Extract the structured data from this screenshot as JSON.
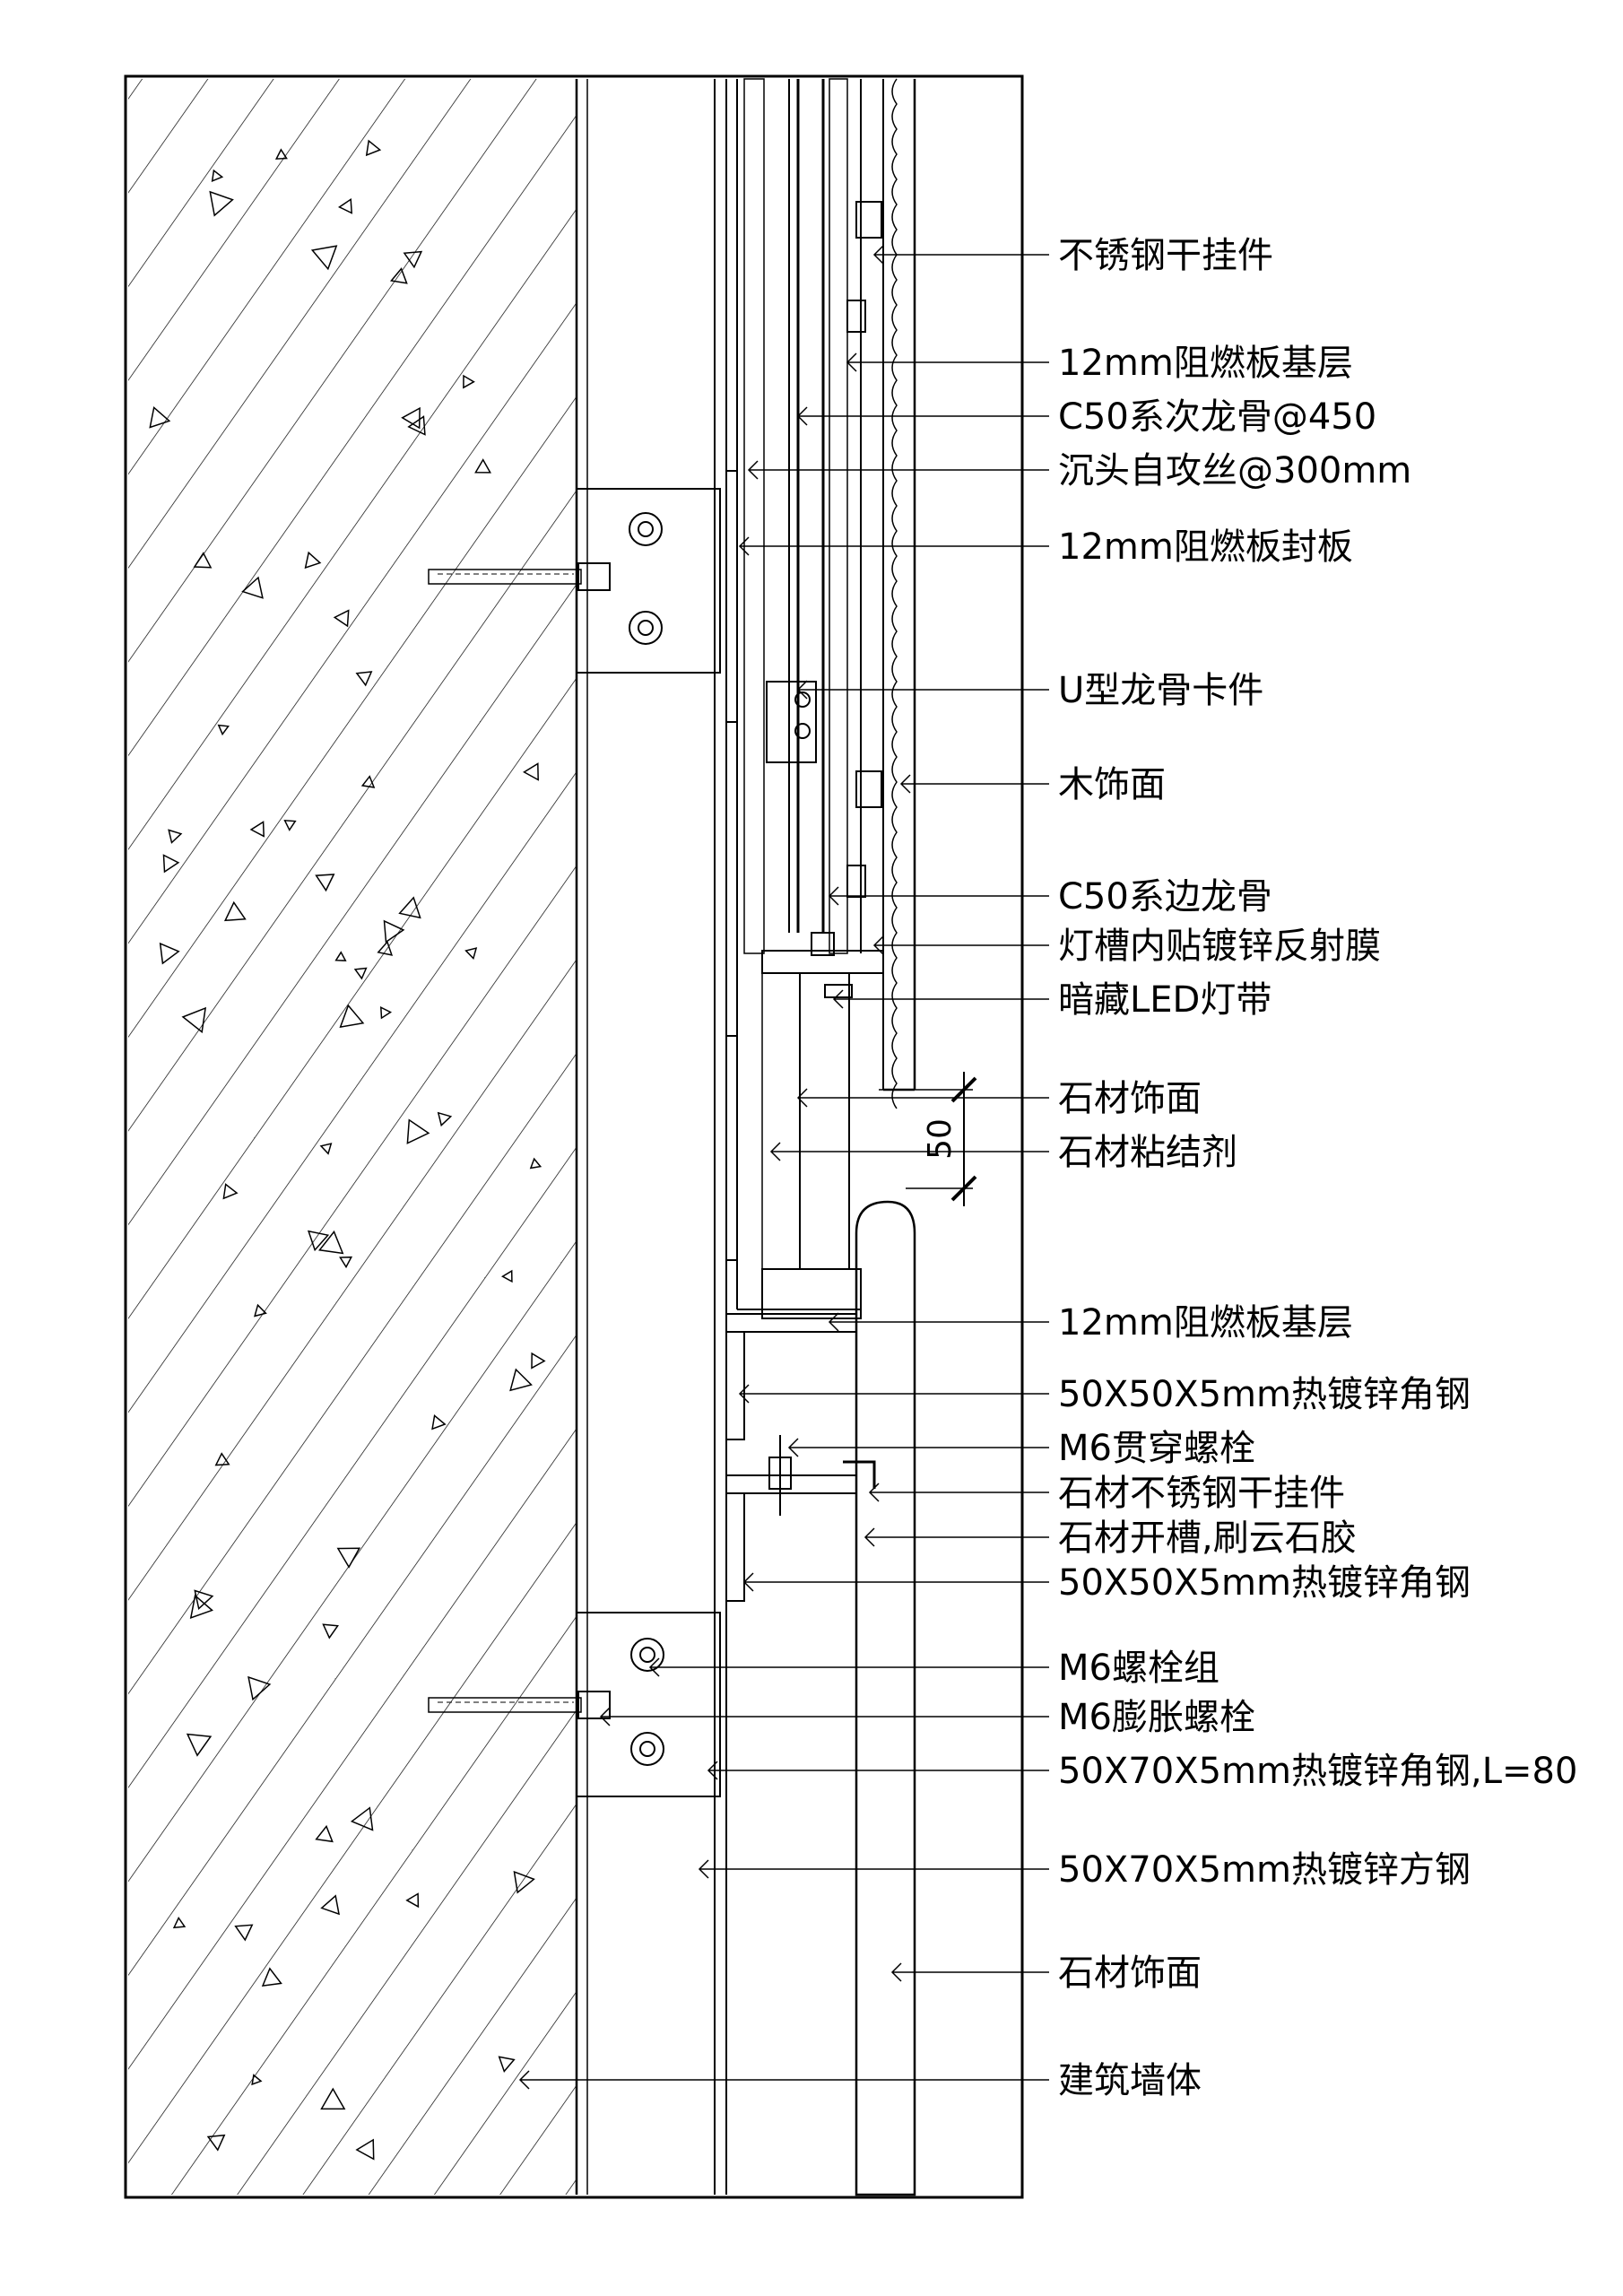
{
  "labels": {
    "l1": "不锈钢干挂件",
    "l2": "12mm阻燃板基层",
    "l3": "C50系次龙骨@450",
    "l4": "沉头自攻丝@300mm",
    "l5": "12mm阻燃板封板",
    "l6": "U型龙骨卡件",
    "l7": "木饰面",
    "l8": "C50系边龙骨",
    "l9": "灯槽内贴镀锌反射膜",
    "l10": "暗藏LED灯带",
    "l11": "石材饰面",
    "l12": "石材粘结剂",
    "l13": "12mm阻燃板基层",
    "l14": "50X50X5mm热镀锌角钢",
    "l15": "M6贯穿螺栓",
    "l16": "石材不锈钢干挂件",
    "l17": "石材开槽,刷云石胶",
    "l18": "50X50X5mm热镀锌角钢",
    "l19": "M6螺栓组",
    "l20": "M6膨胀螺栓",
    "l21": "50X70X5mm热镀锌角钢,L=80",
    "l22": "50X70X5mm热镀锌方钢",
    "l23": "石材饰面",
    "l24": "建筑墙体"
  },
  "dimension": {
    "value": "50"
  }
}
